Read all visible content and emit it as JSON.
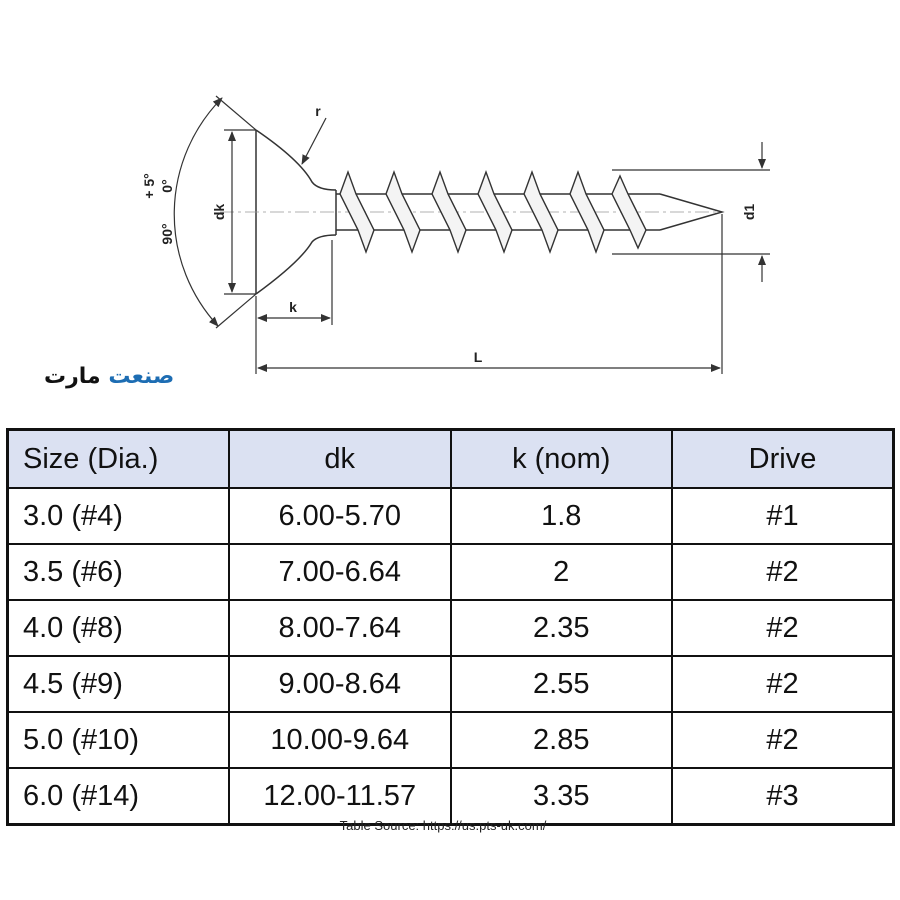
{
  "drawing": {
    "labels": {
      "head_diameter": "dk",
      "head_height": "k",
      "length": "L",
      "thread_diameter": "d1",
      "radius": "r",
      "angle": "90°",
      "tolerance_plus": "+ 5°",
      "tolerance_minus": "0°"
    }
  },
  "logo": {
    "word1": "صنعت",
    "word2": "مارت",
    "colors": {
      "word1": "#1d6db3",
      "word2": "#111111"
    }
  },
  "table": {
    "columns": [
      "Size (Dia.)",
      "dk",
      "k (nom)",
      "Drive"
    ],
    "rows": [
      [
        "3.0 (#4)",
        "6.00-5.70",
        "1.8",
        "#1"
      ],
      [
        "3.5 (#6)",
        "7.00-6.64",
        "2",
        "#2"
      ],
      [
        "4.0 (#8)",
        "8.00-7.64",
        "2.35",
        "#2"
      ],
      [
        "4.5 (#9)",
        "9.00-8.64",
        "2.55",
        "#2"
      ],
      [
        "5.0 (#10)",
        "10.00-9.64",
        "2.85",
        "#2"
      ],
      [
        "6.0 (#14)",
        "12.00-11.57",
        "3.35",
        "#3"
      ]
    ],
    "header_color": "#dbe1f2"
  },
  "source": "Table Source: https://us.pts-uk.com/"
}
